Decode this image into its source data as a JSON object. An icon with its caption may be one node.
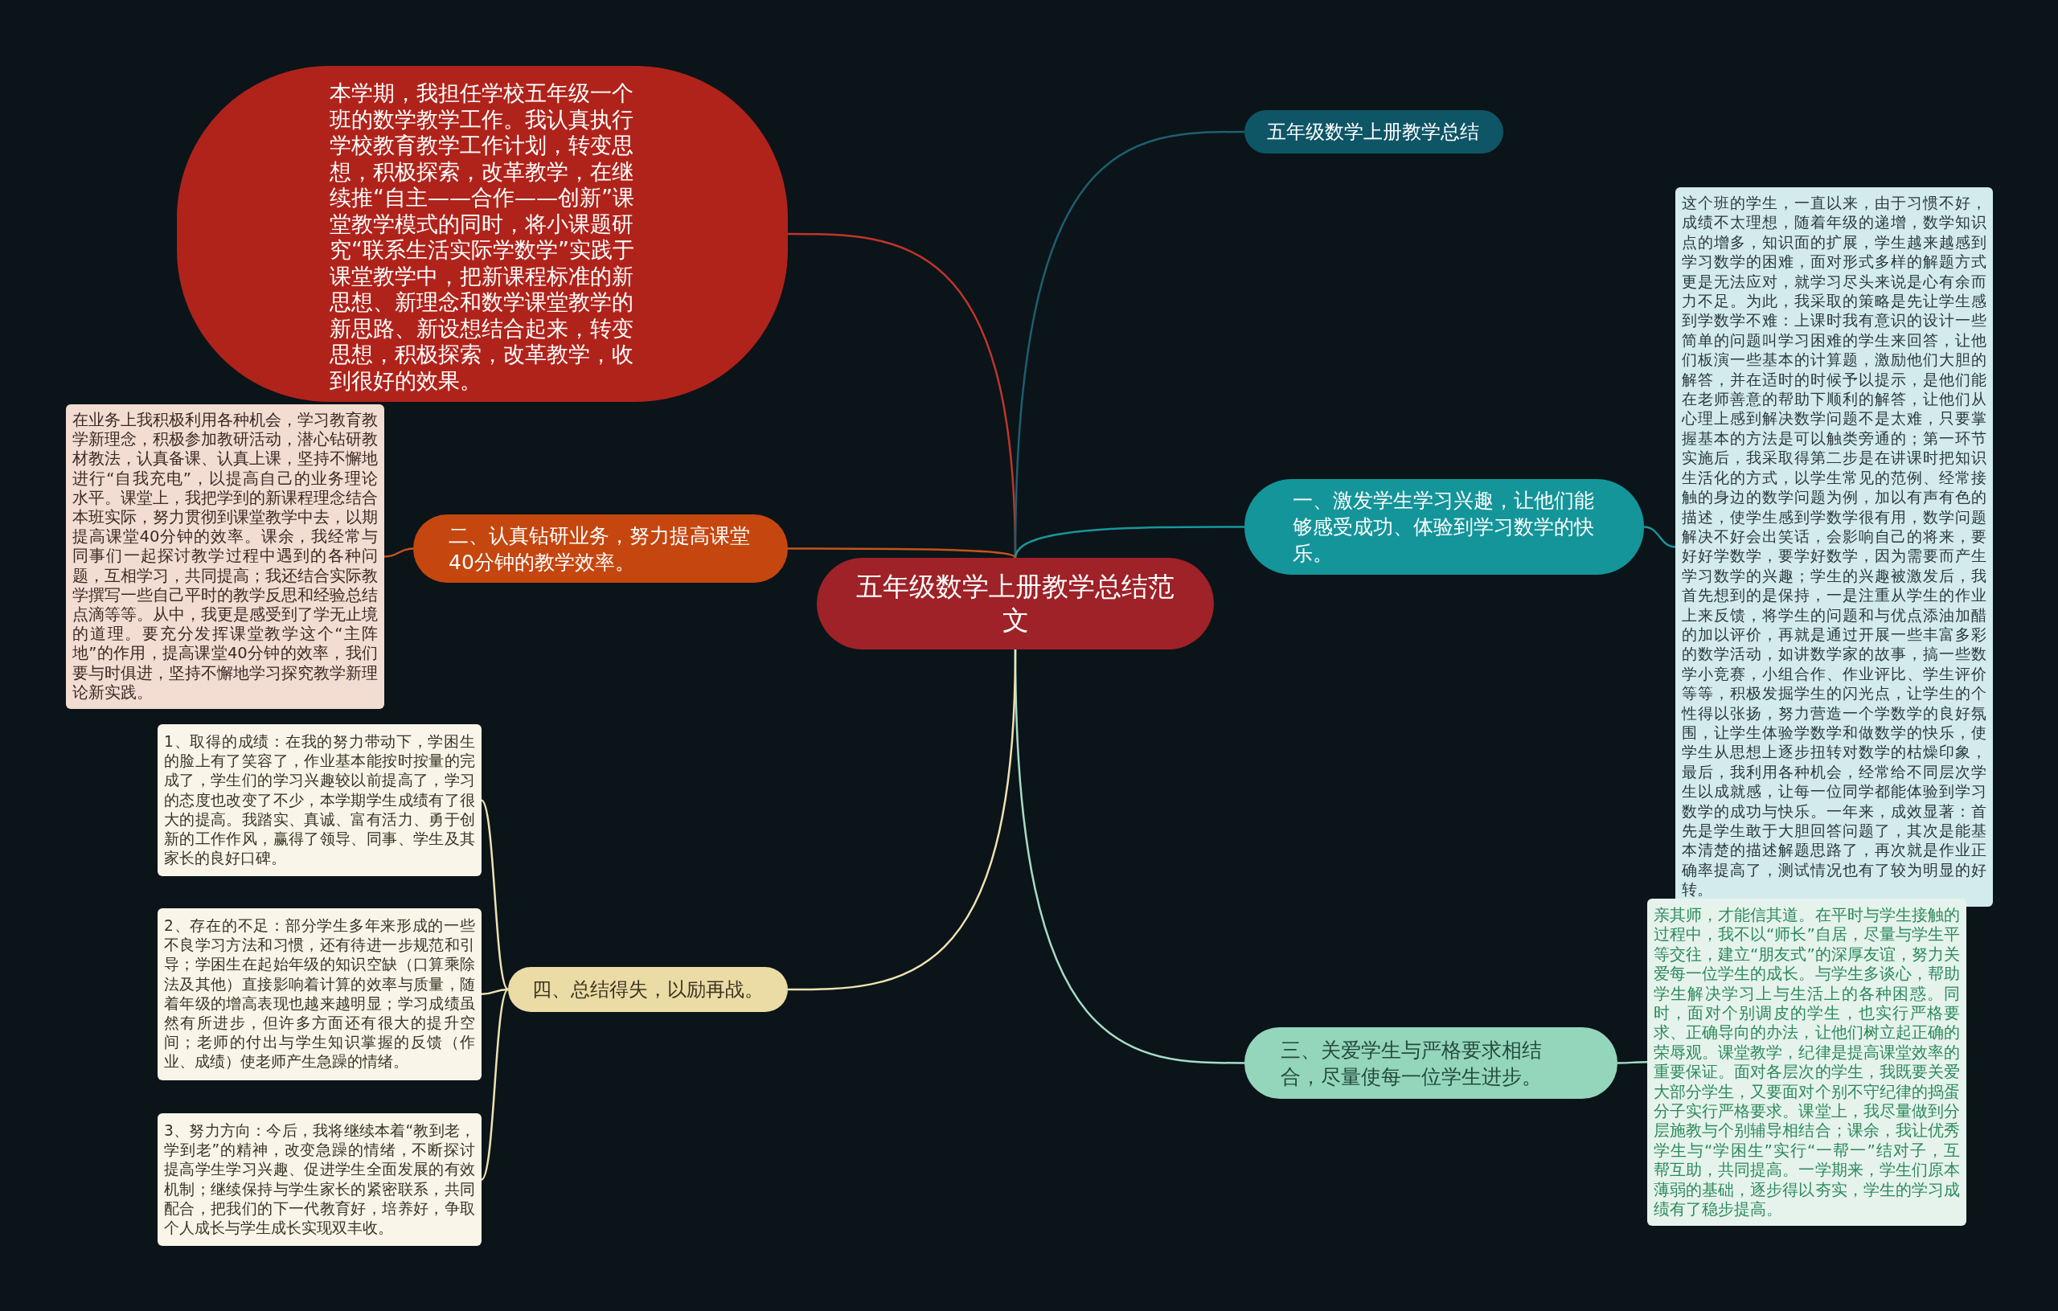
{
  "diagram": {
    "nodes": [
      {
        "text": [
          "五年级数学上册教学总结范文"
        ]
      },
      {
        "text": [
          "本学期，我担任学校五年级一个班的数学教学工作。我认真执行学校教育教学工作计划，转变思想，积极探索，改革教学，在继续推“自主——合作——创新”课堂教学模式的同时，将小课题研究“联系生活实际学数学”实践于课堂教学中，把新课程标准的新思想、新理念和数学课堂教学的新思路、新设想结合起来，转变思想，积极探索，改革教学，收到很好的效果。"
        ]
      },
      {
        "text": [
          "五年级数学上册教学总结"
        ]
      },
      {
        "text": [
          "一、激发学生学习兴趣，让他们能够感受成功、体验到学习数学的快乐。"
        ]
      },
      {
        "text": [
          "这个班的学生，一直以来，由于习惯不好，成绩不太理想，随着年级的递增，数学知识点的增多，知识面的扩展，学生越来越感到学习数学的困难，面对形式多样的解题方式更是无法应对，就学习尽头来说是心有余而力不足。为此，我采取的策略是先让学生感到学数学不难：上课时我有意识的设计一些简单的问题叫学习困难的学生来回答，让他们板演一些基本的计算题，激励他们大胆的解答，并在适时的时候予以提示，是他们能在老师善意的帮助下顺利的解答，让他们从心理上感到解决数学问题不是太难，只要掌握基本的方法是可以触类旁通的；第一环节实施后，我采取得第二步是在讲课时把知识生活化的方式，以学生常见的范例、经常接触的身边的数学问题为例，加以有声有色的描述，使学生感到学数学很有用，数学问题解决不好会出笑话，会影响自己的将来，要好好学数学，要学好数学，因为需要而产生学习数学的兴趣；学生的兴趣被激发后，我首先想到的是保持，一是注重从学生的作业上来反馈，将学生的问题和与优点添油加醋的加以评价，再就是通过开展一些丰富多彩的数学活动，如讲数学家的故事，搞一些数学小竞赛，小组合作、作业评比、学生评价等等，积极发掘学生的闪光点，让学生的个性得以张扬，努力营造一个学数学的良好氛围，让学生体验学数学和做数学的快乐，使学生从思想上逐步扭转对数学的枯燥印象，最后，我利用各种机会，经常给不同层次学生以成就感，让每一位同学都能体验到学习数学的成功与快乐。一年来，成效显著：首先是学生敢于大胆回答问题了，其次是能基本清楚的描述解题思路了，再次就是作业正确率提高了，测试情况也有了较为明显的好转。"
        ]
      },
      {
        "text": [
          "二、认真钻研业务，努力提高课堂40分钟的教学效率。"
        ]
      },
      {
        "text": [
          "在业务上我积极利用各种机会，学习教育教学新理念，积极参加教研活动，潜心钻研教材教法，认真备课、认真上课，坚持不懈地进行“自我充电”，以提高自己的业务理论水平。课堂上，我把学到的新课程理念结合本班实际，努力贯彻到课堂教学中去，以期提高课堂40分钟的效率。课余，我经常与同事们一起探讨教学过程中遇到的各种问题，互相学习，共同提高；我还结合实际教学撰写一些自己平时的教学反思和经验总结点滴等等。从中，我更是感受到了学无止境的道理。要充分发挥课堂教学这个“主阵地”的作用，提高课堂40分钟的效率，我们要与时俱进，坚持不懈地学习探究教学新理论新实践。"
        ]
      },
      {
        "text": [
          "三、关爱学生与严格要求相结合，尽量使每一位学生进步。"
        ]
      },
      {
        "text": [
          "亲其师，才能信其道。在平时与学生接触的过程中，我不以“师长”自居，尽量与学生平等交往，建立“朋友式”的深厚友谊，努力关爱每一位学生的成长。与学生多谈心，帮助学生解决学习上与生活上的各种困惑。同时，面对个别调皮的学生，也实行严格要求、正确导向的办法，让他们树立起正确的荣辱观。课堂教学，纪律是提高课堂效率的重要保证。面对各层次的学生，我既要关爱大部分学生，又要面对个别不守纪律的捣蛋分子实行严格要求。课堂上，我尽量做到分层施教与个别辅导相结合；课余，我让优秀学生与“学困生”实行“一帮一”结对子，互帮互助，共同提高。一学期来，学生们原本薄弱的基础，逐步得以夯实，学生的学习成绩有了稳步提高。"
        ]
      },
      {
        "text": [
          "四、总结得失，以励再战。"
        ]
      },
      {
        "text": [
          "1、取得的成绩：在我的努力带动下，学困生的脸上有了笑容了，作业基本能按时按量的完成了，学生们的学习兴趣较以前提高了，学习的态度也改变了不少，本学期学生成绩有了很大的提高。我踏实、真诚、富有活力、勇于创新的工作作风，赢得了领导、同事、学生及其家长的良好口碑。"
        ]
      },
      {
        "text": [
          "2、存在的不足：部分学生多年来形成的一些不良学习方法和习惯，还有待进一步规范和引导；学困生在起始年级的知识空缺（口算乘除法及其他）直接影响着计算的效率与质量，随着年级的增高表现也越来越明显；学习成绩虽然有所进步，但许多方面还有很大的提升空间；老师的付出与学生知识掌握的反馈（作业、成绩）使老师产生急躁的情绪。"
        ]
      },
      {
        "text": [
          "3、努力方向：今后，我将继续本着“教到老，学到老”的精神，改变急躁的情绪，不断探讨提高学生学习兴趣、促进学生全面发展的有效机制；继续保持与学生家长的紧密联系，共同配合，把我们的下一代教育好，培养好，争取个人成长与学生成长实现双丰收。"
        ]
      }
    ],
    "edges": [
      {
        "from": 0,
        "to": 1,
        "arrow": "none",
        "color": "#c0352b"
      },
      {
        "from": 0,
        "to": 2,
        "arrow": "none",
        "color": "#1d5f70"
      },
      {
        "from": 0,
        "to": 3,
        "arrow": "none",
        "color": "#17979b"
      },
      {
        "from": 3,
        "to": 4,
        "arrow": "none",
        "color": "#17979b"
      },
      {
        "from": 0,
        "to": 5,
        "arrow": "none",
        "color": "#c8531c"
      },
      {
        "from": 5,
        "to": 6,
        "arrow": "none",
        "color": "#c8531c"
      },
      {
        "from": 0,
        "to": 7,
        "arrow": "none",
        "color": "#a6dcc6"
      },
      {
        "from": 7,
        "to": 8,
        "arrow": "none",
        "color": "#a6dcc6"
      },
      {
        "from": 0,
        "to": 9,
        "arrow": "none",
        "color": "#efe2b2"
      },
      {
        "from": 9,
        "to": 10,
        "arrow": "none",
        "color": "#efe2b2"
      },
      {
        "from": 9,
        "to": 11,
        "arrow": "none",
        "color": "#efe2b2"
      },
      {
        "from": 9,
        "to": 12,
        "arrow": "none",
        "color": "#efe2b2"
      }
    ]
  }
}
